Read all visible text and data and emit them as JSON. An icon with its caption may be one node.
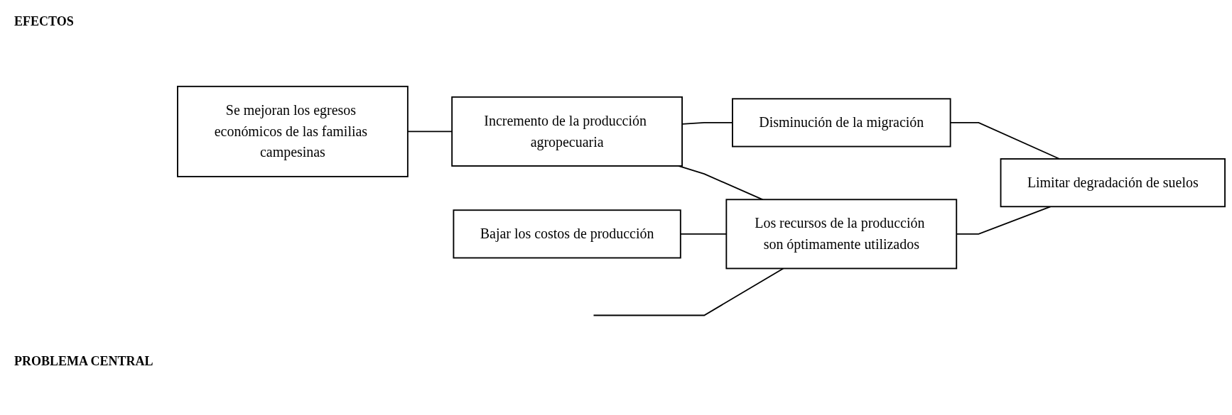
{
  "diagram": {
    "nodes": [
      {
        "text": [
          "Se mejoran los egresos económicos de las familias campesinas"
        ]
      },
      {
        "text": [
          "Incremento de la producción agropecuaria"
        ]
      },
      {
        "text": [
          "Disminución de la migración"
        ]
      },
      {
        "text": [
          "Limitar degradación de suelos"
        ]
      },
      {
        "text": [
          "Bajar los costos de producción"
        ]
      },
      {
        "text": [
          "Los recursos de la producción son óptimamente utilizados"
        ]
      }
    ],
    "edges": [
      {
        "from": 0,
        "to": 1,
        "arrow": "none"
      },
      {
        "from": 1,
        "to": 2,
        "arrow": "none"
      },
      {
        "from": 2,
        "to": 3,
        "arrow": "none"
      },
      {
        "from": 1,
        "to": 5,
        "arrow": "none"
      },
      {
        "from": 4,
        "to": 5,
        "arrow": "none"
      },
      {
        "from": 5,
        "to": 3,
        "arrow": "none"
      },
      {
        "from": null,
        "to": 5,
        "arrow": "none"
      }
    ],
    "labels": [
      "EFECTOS",
      "PROBLEMA CENTRAL"
    ]
  }
}
